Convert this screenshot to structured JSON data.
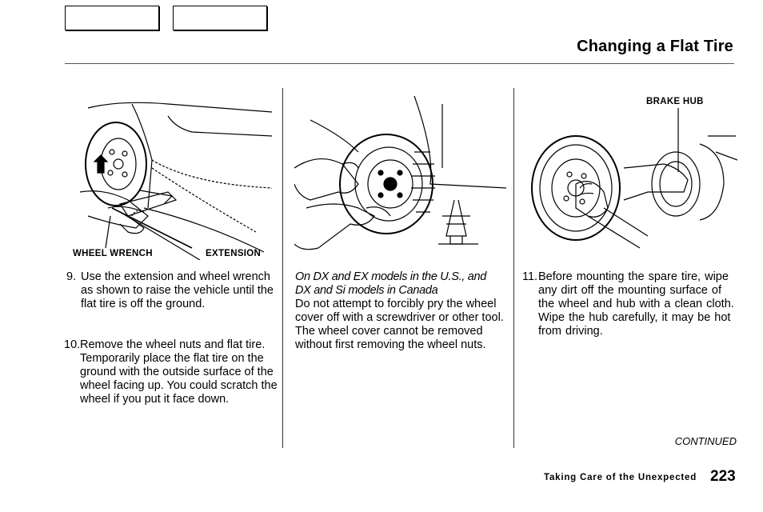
{
  "header": {
    "title": "Changing a Flat Tire"
  },
  "figures": {
    "left": {
      "label_wheel_wrench": "WHEEL WRENCH",
      "label_extension": "EXTENSION"
    },
    "right": {
      "label_brake_hub": "BRAKE HUB"
    }
  },
  "column1": {
    "step9_number": "9.",
    "step9_text": "Use the extension and wheel wrench as shown to raise the vehicle until the flat tire is off the ground.",
    "step10_number": "10.",
    "step10_text": "Remove the wheel nuts and flat tire. Temporarily place the flat tire on the ground with the outside surface of the wheel facing up. You could scratch the wheel if you put it face down."
  },
  "column2": {
    "italic_line1": "On DX and EX models in the U.S., and",
    "italic_line2": "DX and Si models in Canada",
    "text": "Do not attempt to forcibly pry the wheel cover off with a screwdriver or other tool. The wheel cover cannot be removed without first removing the wheel nuts."
  },
  "column3": {
    "step11_number": "11.",
    "step11_text": "Before mounting the spare tire, wipe any dirt off the mounting surface of the wheel and hub with a clean cloth. Wipe the hub carefully, it may be hot from driving."
  },
  "footer": {
    "continued": "CONTINUED",
    "section": "Taking Care of the Unexpected",
    "page_number": "223"
  }
}
